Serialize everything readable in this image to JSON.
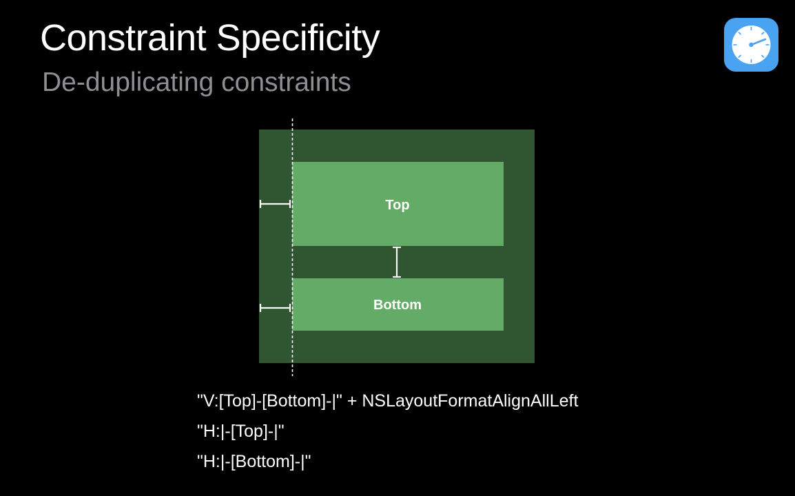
{
  "slide": {
    "title": "Constraint Specificity",
    "subtitle": "De-duplicating constraints"
  },
  "diagram": {
    "top_label": "Top",
    "bottom_label": "Bottom"
  },
  "code": {
    "line1": "\"V:[Top]-[Bottom]-|\" + NSLayoutFormatAlignAllLeft",
    "line2": "\"H:|-[Top]-|\"",
    "line3": "\"H:|-[Bottom]-|\""
  },
  "colors": {
    "background": "#000000",
    "container": "#2f5631",
    "view": "#63ab66",
    "icon_bg": "#4aa3f0"
  },
  "icons": {
    "app_icon": "instruments-gauge-icon"
  }
}
